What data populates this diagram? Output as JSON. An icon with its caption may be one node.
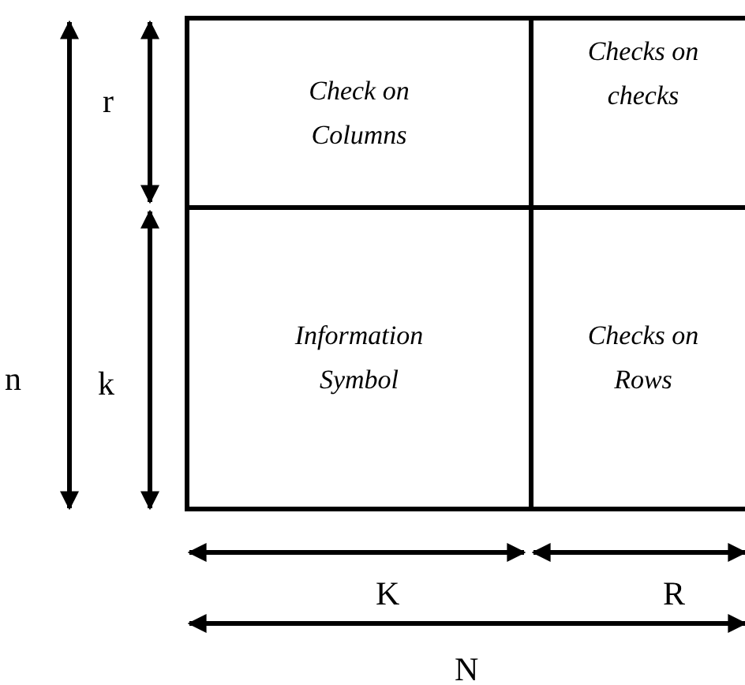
{
  "diagram": {
    "nodes": [
      {
        "text": [],
        "shape": "box"
      },
      {
        "text": [
          "Check on Columns"
        ],
        "in": 0
      },
      {
        "text": [
          "Checks on checks"
        ],
        "in": 0
      },
      {
        "text": [
          "Information Symbol"
        ],
        "in": 0
      },
      {
        "text": [
          "Checks on Rows"
        ],
        "in": 0
      }
    ],
    "labels": [
      "r",
      "n",
      "k",
      "K",
      "R",
      "N"
    ]
  }
}
